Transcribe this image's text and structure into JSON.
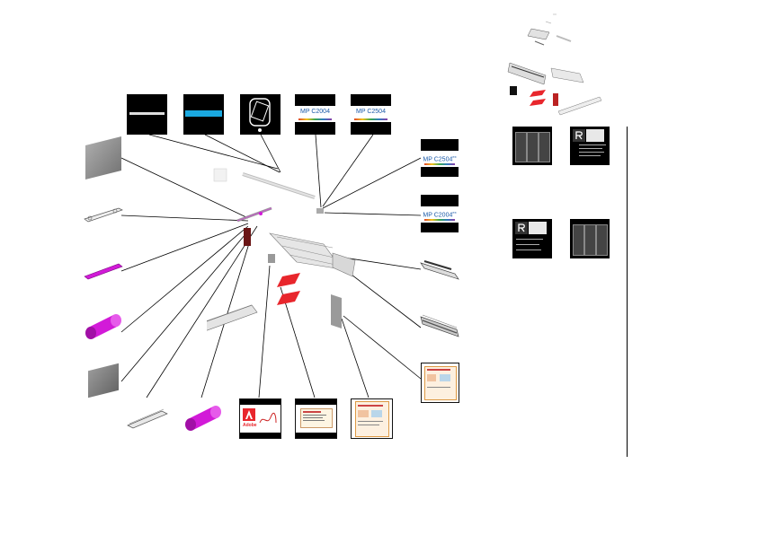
{
  "labels": {
    "mp_c2004": "MP C2004",
    "mp_c2504": "MP C2504",
    "mp_c2504ex": "MP C2504",
    "mp_c2004ex": "MP C2004",
    "ex_suffix": "ex",
    "adobe": "Adobe"
  },
  "colors": {
    "magenta_part": "#d21ad8",
    "red_part": "#e8262c",
    "divider": "#000000"
  },
  "icons": [
    "toner-bottle-icon",
    "adobe-logo-icon",
    "ricoh-r-icon"
  ]
}
